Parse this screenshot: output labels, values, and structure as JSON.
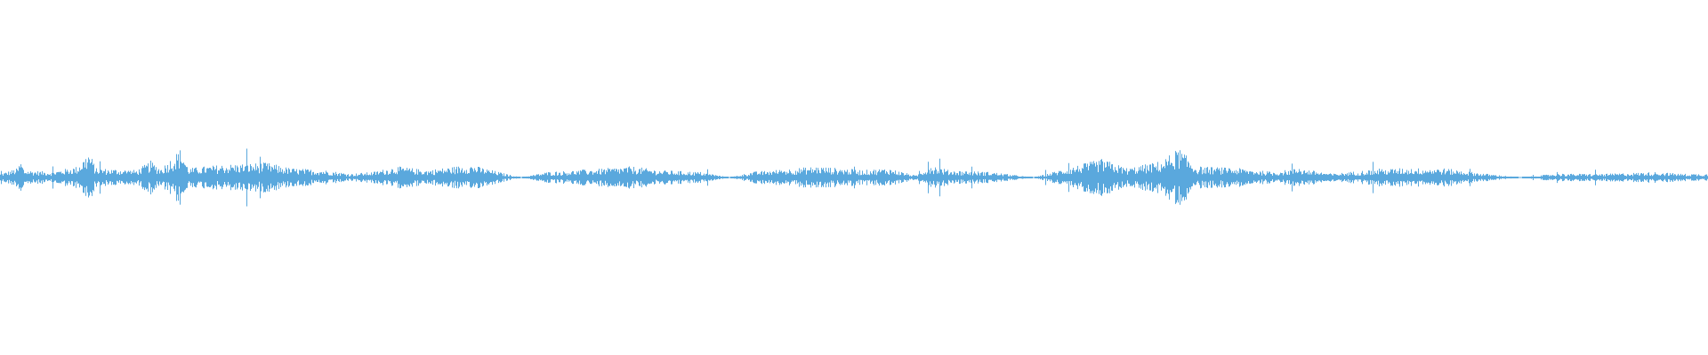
{
  "waveform": {
    "color": "#5aa8dd",
    "background": "#ffffff",
    "amplitude_profile": [
      {
        "t": 0.0,
        "a": 0.02
      },
      {
        "t": 0.01,
        "a": 0.05
      },
      {
        "t": 0.012,
        "a": 0.09
      },
      {
        "t": 0.014,
        "a": 0.04
      },
      {
        "t": 0.03,
        "a": 0.03
      },
      {
        "t": 0.045,
        "a": 0.06
      },
      {
        "t": 0.052,
        "a": 0.14
      },
      {
        "t": 0.056,
        "a": 0.05
      },
      {
        "t": 0.08,
        "a": 0.04
      },
      {
        "t": 0.088,
        "a": 0.09
      },
      {
        "t": 0.094,
        "a": 0.05
      },
      {
        "t": 0.106,
        "a": 0.16
      },
      {
        "t": 0.11,
        "a": 0.05
      },
      {
        "t": 0.13,
        "a": 0.07
      },
      {
        "t": 0.156,
        "a": 0.08
      },
      {
        "t": 0.17,
        "a": 0.05
      },
      {
        "t": 0.19,
        "a": 0.04
      },
      {
        "t": 0.205,
        "a": 0.02
      },
      {
        "t": 0.218,
        "a": 0.03
      },
      {
        "t": 0.232,
        "a": 0.06
      },
      {
        "t": 0.25,
        "a": 0.04
      },
      {
        "t": 0.275,
        "a": 0.07
      },
      {
        "t": 0.296,
        "a": 0.02
      },
      {
        "t": 0.305,
        "a": 0.0
      },
      {
        "t": 0.32,
        "a": 0.03
      },
      {
        "t": 0.34,
        "a": 0.04
      },
      {
        "t": 0.37,
        "a": 0.06
      },
      {
        "t": 0.385,
        "a": 0.04
      },
      {
        "t": 0.41,
        "a": 0.03
      },
      {
        "t": 0.427,
        "a": 0.0
      },
      {
        "t": 0.44,
        "a": 0.03
      },
      {
        "t": 0.478,
        "a": 0.06
      },
      {
        "t": 0.505,
        "a": 0.04
      },
      {
        "t": 0.52,
        "a": 0.05
      },
      {
        "t": 0.536,
        "a": 0.01
      },
      {
        "t": 0.545,
        "a": 0.07
      },
      {
        "t": 0.555,
        "a": 0.04
      },
      {
        "t": 0.58,
        "a": 0.03
      },
      {
        "t": 0.605,
        "a": 0.0
      },
      {
        "t": 0.62,
        "a": 0.04
      },
      {
        "t": 0.645,
        "a": 0.1
      },
      {
        "t": 0.66,
        "a": 0.05
      },
      {
        "t": 0.68,
        "a": 0.09
      },
      {
        "t": 0.69,
        "a": 0.16
      },
      {
        "t": 0.7,
        "a": 0.06
      },
      {
        "t": 0.725,
        "a": 0.05
      },
      {
        "t": 0.745,
        "a": 0.03
      },
      {
        "t": 0.76,
        "a": 0.05
      },
      {
        "t": 0.78,
        "a": 0.02
      },
      {
        "t": 0.8,
        "a": 0.04
      },
      {
        "t": 0.82,
        "a": 0.05
      },
      {
        "t": 0.845,
        "a": 0.05
      },
      {
        "t": 0.87,
        "a": 0.02
      },
      {
        "t": 0.89,
        "a": 0.0
      },
      {
        "t": 0.91,
        "a": 0.02
      },
      {
        "t": 0.94,
        "a": 0.02
      },
      {
        "t": 0.97,
        "a": 0.03
      },
      {
        "t": 0.985,
        "a": 0.02
      },
      {
        "t": 1.0,
        "a": 0.02
      }
    ]
  }
}
